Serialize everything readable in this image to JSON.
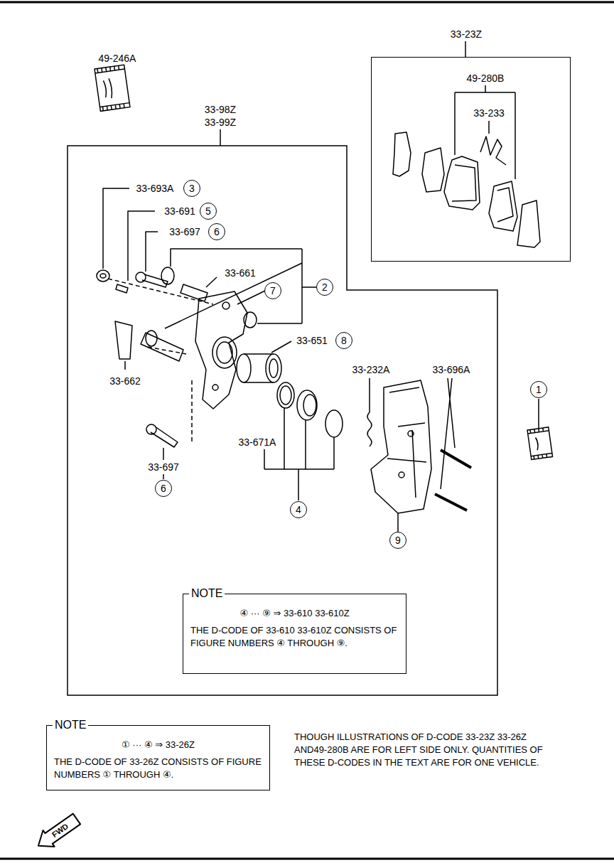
{
  "diagram": {
    "nodes": [
      {
        "text": [
          "33-23Z"
        ]
      },
      {
        "text": [
          "33-98Z 33-99Z"
        ]
      },
      {
        "text": [
          "NOTE",
          "④ ··· ⑨ ⇒ 33-610 33-610Z",
          "THE D-CODE OF 33-610 33-610Z CONSISTS OF FIGURE NUMBERS ④ THROUGH ⑨."
        ],
        "in": 1
      },
      {
        "text": [
          "NOTE",
          "① ··· ④ ⇒ 33-26Z",
          "THE D-CODE OF 33-26Z CONSISTS OF FIGURE NUMBERS ① THROUGH ④."
        ]
      }
    ],
    "edges": [],
    "labels": [
      "49-246A",
      "49-280B",
      "33-233",
      "33-693A",
      "3",
      "33-691",
      "5",
      "33-697",
      "6",
      "33-661",
      "7",
      "2",
      "33-651",
      "8",
      "33-662",
      "33-232A",
      "33-696A",
      "1",
      "33-671A",
      "4",
      "9",
      "33-697",
      "6",
      "THOUGH ILLUSTRATIONS OF D-CODE 33-23Z 33-26Z AND49-280B ARE FOR LEFT SIDE ONLY. QUANTITIES OF THESE D-CODES IN THE TEXT ARE FOR ONE VEHICLE.",
      "FWD"
    ]
  }
}
